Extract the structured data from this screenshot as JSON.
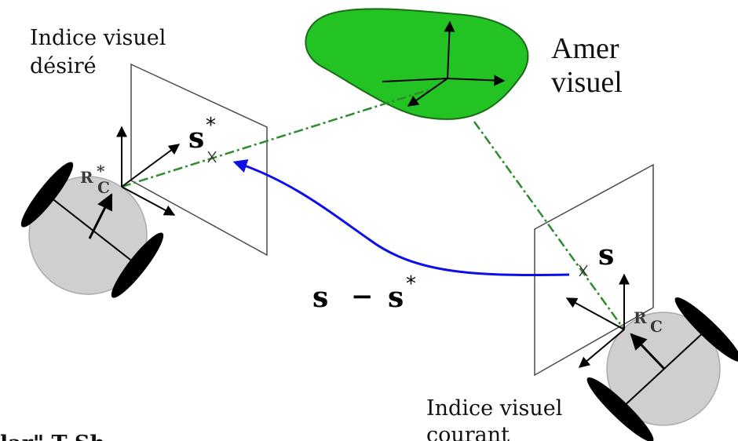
{
  "labels": {
    "desired_line1": "Indice visuel",
    "desired_line2": "désiré",
    "landmark_line1": "Amer",
    "landmark_line2": "visuel",
    "current_line1": "Indice visuel",
    "current_line2": "courant",
    "cut_off_bottom": "lar\" T Sh"
  },
  "math": {
    "s_star_base": "s",
    "s_star_sup": "*",
    "s_current": "s",
    "error_left": "s",
    "error_op": "−",
    "error_right": "s",
    "error_sup": "*",
    "frame_desired_base": "R",
    "frame_desired_sup": "*",
    "frame_desired_sub": "C",
    "frame_current_base": "R",
    "frame_current_sub": "C"
  },
  "colors": {
    "landmark_fill": "#22c322",
    "landmark_stroke": "#1a6b1a",
    "landmark_text": "#28a428",
    "error_arrow": "#0b10e6",
    "sight_line": "#2e8b2e",
    "robot_body": "#cfcfcf",
    "robot_body_stroke": "#aaaaaa",
    "wheel": "#000000",
    "image_plane": "#4a4a4a"
  },
  "icons": {
    "robot": "mobile-robot-icon",
    "camera_frame": "axes-icon",
    "landmark": "blob-shape",
    "error_vector": "curved-arrow"
  }
}
